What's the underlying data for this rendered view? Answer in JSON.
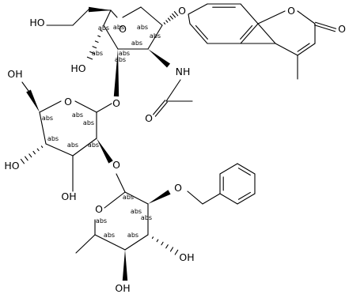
{
  "atoms": {
    "o_ring_glcnac": "O",
    "o_glycosidic_coumarin": "O",
    "o_coumarin_ring": "O",
    "o_coumarin_carbonyl": "O",
    "oh_glcnac_6": "HO",
    "oh_glcnac_4": "HO",
    "nh_acetamido": "NH",
    "o_acetyl_carbonyl": "O",
    "o_link_glcnac_gal": "O",
    "o_ring_gal": "O",
    "oh_gal_6": "OH",
    "oh_gal_4": "HO",
    "oh_gal_3": "OH",
    "o_link_gal_fuc": "O",
    "o_ring_fuc": "O",
    "o_benzyl": "O",
    "oh_fuc_3": "OH",
    "oh_fuc_4": "OH"
  },
  "stereo_label": "abs"
}
